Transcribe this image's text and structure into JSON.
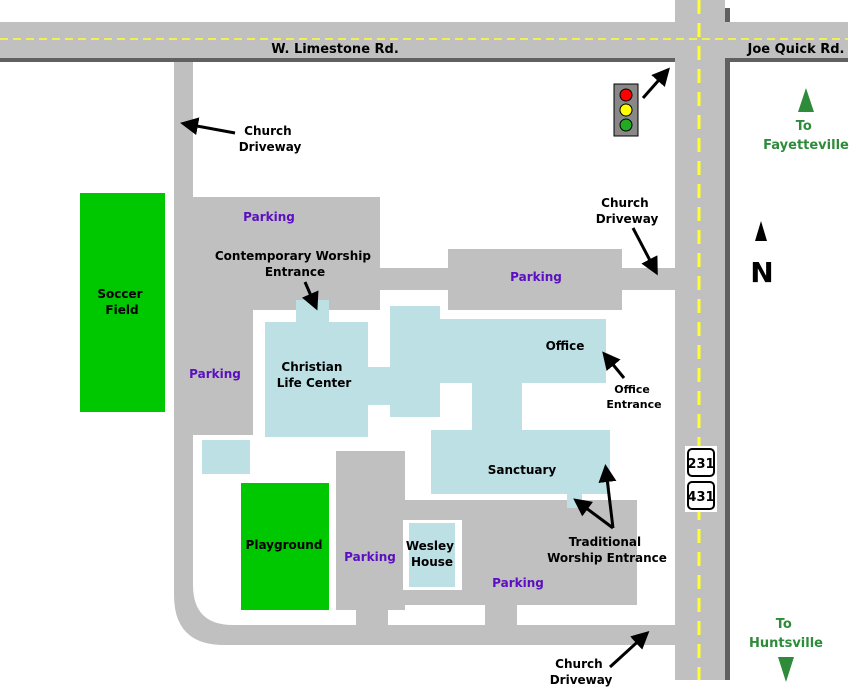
{
  "roads": {
    "west": "W. Limestone Rd.",
    "east": "Joe Quick Rd.",
    "highway_shields": [
      "231",
      "431"
    ]
  },
  "directions": {
    "north": [
      "To",
      "Fayetteville"
    ],
    "south": [
      "To",
      "Huntsville"
    ],
    "compass": "N"
  },
  "labels": {
    "driveway_west": [
      "Church",
      "Driveway"
    ],
    "driveway_east": [
      "Church",
      "Driveway"
    ],
    "driveway_south": [
      "Church",
      "Driveway"
    ],
    "parking": "Parking",
    "contemporary_entrance": [
      "Contemporary Worship",
      "Entrance"
    ],
    "christian_life_center": [
      "Christian",
      "Life Center"
    ],
    "office": "Office",
    "office_entrance": [
      "Office",
      "Entrance"
    ],
    "sanctuary": "Sanctuary",
    "traditional_entrance": [
      "Traditional",
      "Worship Entrance"
    ],
    "wesley_house": [
      "Wesley",
      "House"
    ],
    "playground": "Playground",
    "soccer_field": [
      "Soccer",
      "Field"
    ]
  },
  "colors": {
    "road": "#c0c0c0",
    "building": "#bce0e4",
    "field": "#00c800",
    "parking_text": "#5b0fc0",
    "direction_text": "#2e8b3a",
    "center_line": "#ffff33"
  }
}
